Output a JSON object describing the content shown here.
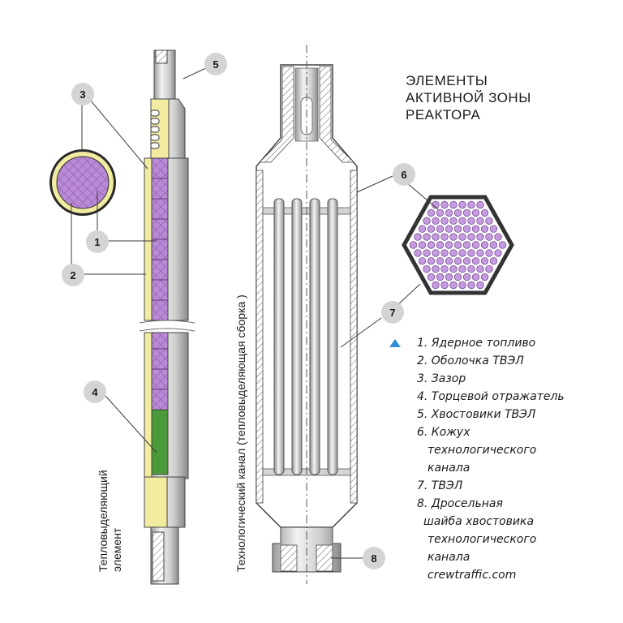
{
  "title": {
    "lines": [
      "ЭЛЕМЕНТЫ",
      "АКТИВНОЙ ЗОНЫ",
      "РЕАКТОРА"
    ]
  },
  "left_caption": {
    "line1": "Тепловыделяющий",
    "line2": "элемент"
  },
  "middle_caption": "Технологический канал (тепловыделяющая сборка )",
  "badges": [
    "1",
    "2",
    "3",
    "4",
    "5",
    "6",
    "7",
    "8"
  ],
  "legend": {
    "items": [
      "1. Ядерное топливо",
      "2. Оболочка ТВЭЛ",
      "3. Зазор",
      "4. Торцевой отражатель",
      "5. Хвостовики ТВЭЛ",
      "6. Кожух",
      "технологического",
      "канала",
      "7. ТВЭЛ",
      "8. Дросельная",
      "шайба хвостовика",
      "технологического",
      "канала"
    ],
    "credit": "crewtraffic.com"
  },
  "colors": {
    "fuel": "#b98ad6",
    "fuel_grid": "#8e5cae",
    "cladding": "#f2eca0",
    "reflector": "#4a9a3a",
    "metal_light": "#e6e6e6",
    "metal_mid": "#b8b8b8",
    "metal_dark": "#8c8c8c",
    "badge": "#d4d4d4",
    "accent_triangle": "#2f8fd8"
  },
  "icons": {
    "legend_marker": "triangle-up-icon"
  }
}
